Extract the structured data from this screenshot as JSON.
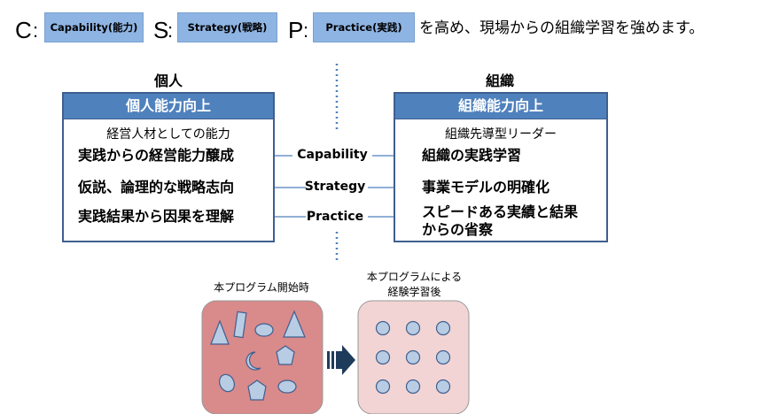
{
  "header": {
    "c_letter": "C",
    "s_letter": "S",
    "p_letter": "P",
    "colon": ":",
    "capability_box": "Capability(能力)",
    "strategy_box": "Strategy(戦略)",
    "practice_box": "Practice(実践)",
    "tagline": "を高め、現場からの組織学習を強めます。"
  },
  "left": {
    "title": "個人",
    "panel_header": "個人能力向上",
    "subtitle": "経営人材としての能力",
    "rows": [
      "実践からの経営能力醸成",
      "仮説、論理的な戦略志向",
      "実践結果から因果を理解"
    ]
  },
  "right": {
    "title": "組織",
    "panel_header": "組織能力向上",
    "subtitle": "組織先導型リーダー",
    "rows": [
      "組織の実践学習",
      "事業モデルの明確化",
      "スピードある実績と結果",
      "からの省察"
    ]
  },
  "middle": {
    "labels": [
      "Capability",
      "Strategy",
      "Practice"
    ]
  },
  "bottom": {
    "before_caption": "本プログラム開始時",
    "after_caption_line1": "本プログラムによる",
    "after_caption_line2": "経験学習後"
  },
  "colors": {
    "box_blue": "#8eb4e3",
    "panel_header_blue": "#4f81bd",
    "panel_border": "#3f5f8f",
    "before_fill": "#d98a8a",
    "after_fill": "#f2d4d4",
    "shape_fill": "#b8cce4",
    "arrow": "#1f3b5c",
    "dotted_line": "#4f81bd"
  }
}
